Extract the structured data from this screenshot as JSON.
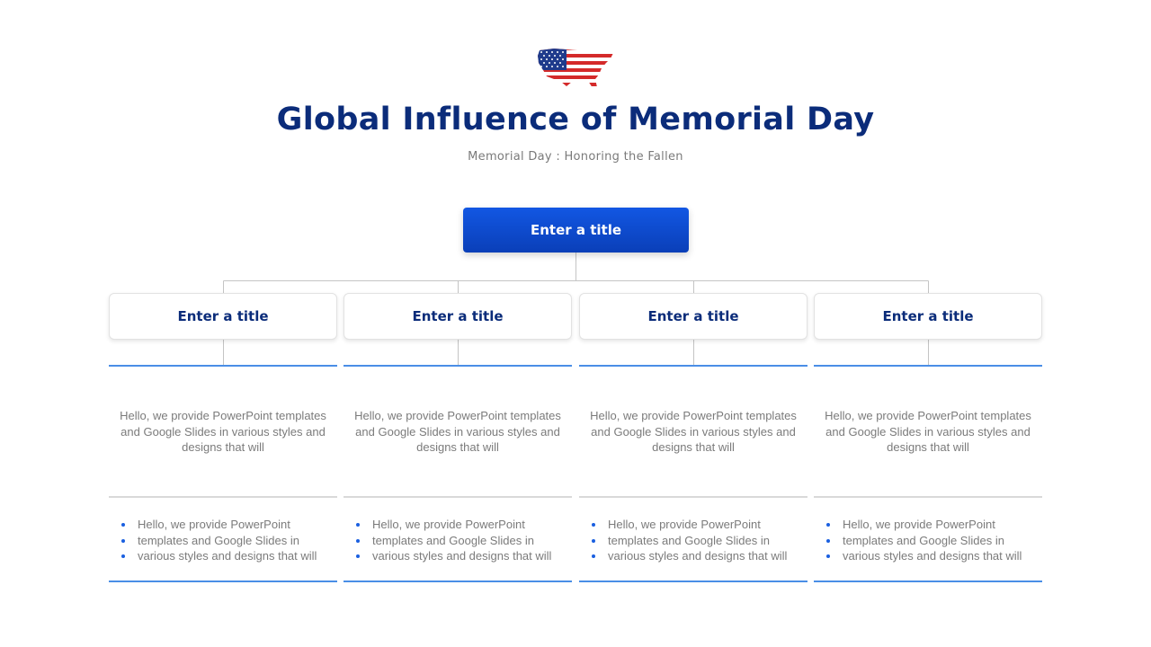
{
  "header": {
    "title": "Global Influence of Memorial Day",
    "subtitle": "Memorial Day : Honoring the Fallen",
    "emblem_icon": "us-flag-map-icon"
  },
  "diagram": {
    "root_label": "Enter a title",
    "columns": [
      {
        "title": "Enter a title",
        "description": "Hello, we provide PowerPoint templates and Google Slides in various styles and designs that will",
        "bullets": [
          "Hello, we provide PowerPoint",
          "templates and Google Slides in",
          "various styles and designs that will"
        ]
      },
      {
        "title": "Enter a title",
        "description": "Hello, we provide PowerPoint templates and Google Slides in various styles and designs that will",
        "bullets": [
          "Hello, we provide PowerPoint",
          "templates and Google Slides in",
          "various styles and designs that will"
        ]
      },
      {
        "title": "Enter a title",
        "description": "Hello, we provide PowerPoint templates and Google Slides in various styles and designs that will",
        "bullets": [
          "Hello, we provide PowerPoint",
          "templates and Google Slides in",
          "various styles and designs that will"
        ]
      },
      {
        "title": "Enter a title",
        "description": "Hello, we provide PowerPoint templates and Google Slides in various styles and designs that will",
        "bullets": [
          "Hello, we provide PowerPoint",
          "templates and Google Slides in",
          "various styles and designs that will"
        ]
      }
    ]
  },
  "colors": {
    "title": "#0b2c7a",
    "accent_blue": "#1257e3",
    "rule_blue": "#4a8ee6",
    "rule_grey": "#d9d9d9",
    "body_text": "#7b7b7b"
  }
}
